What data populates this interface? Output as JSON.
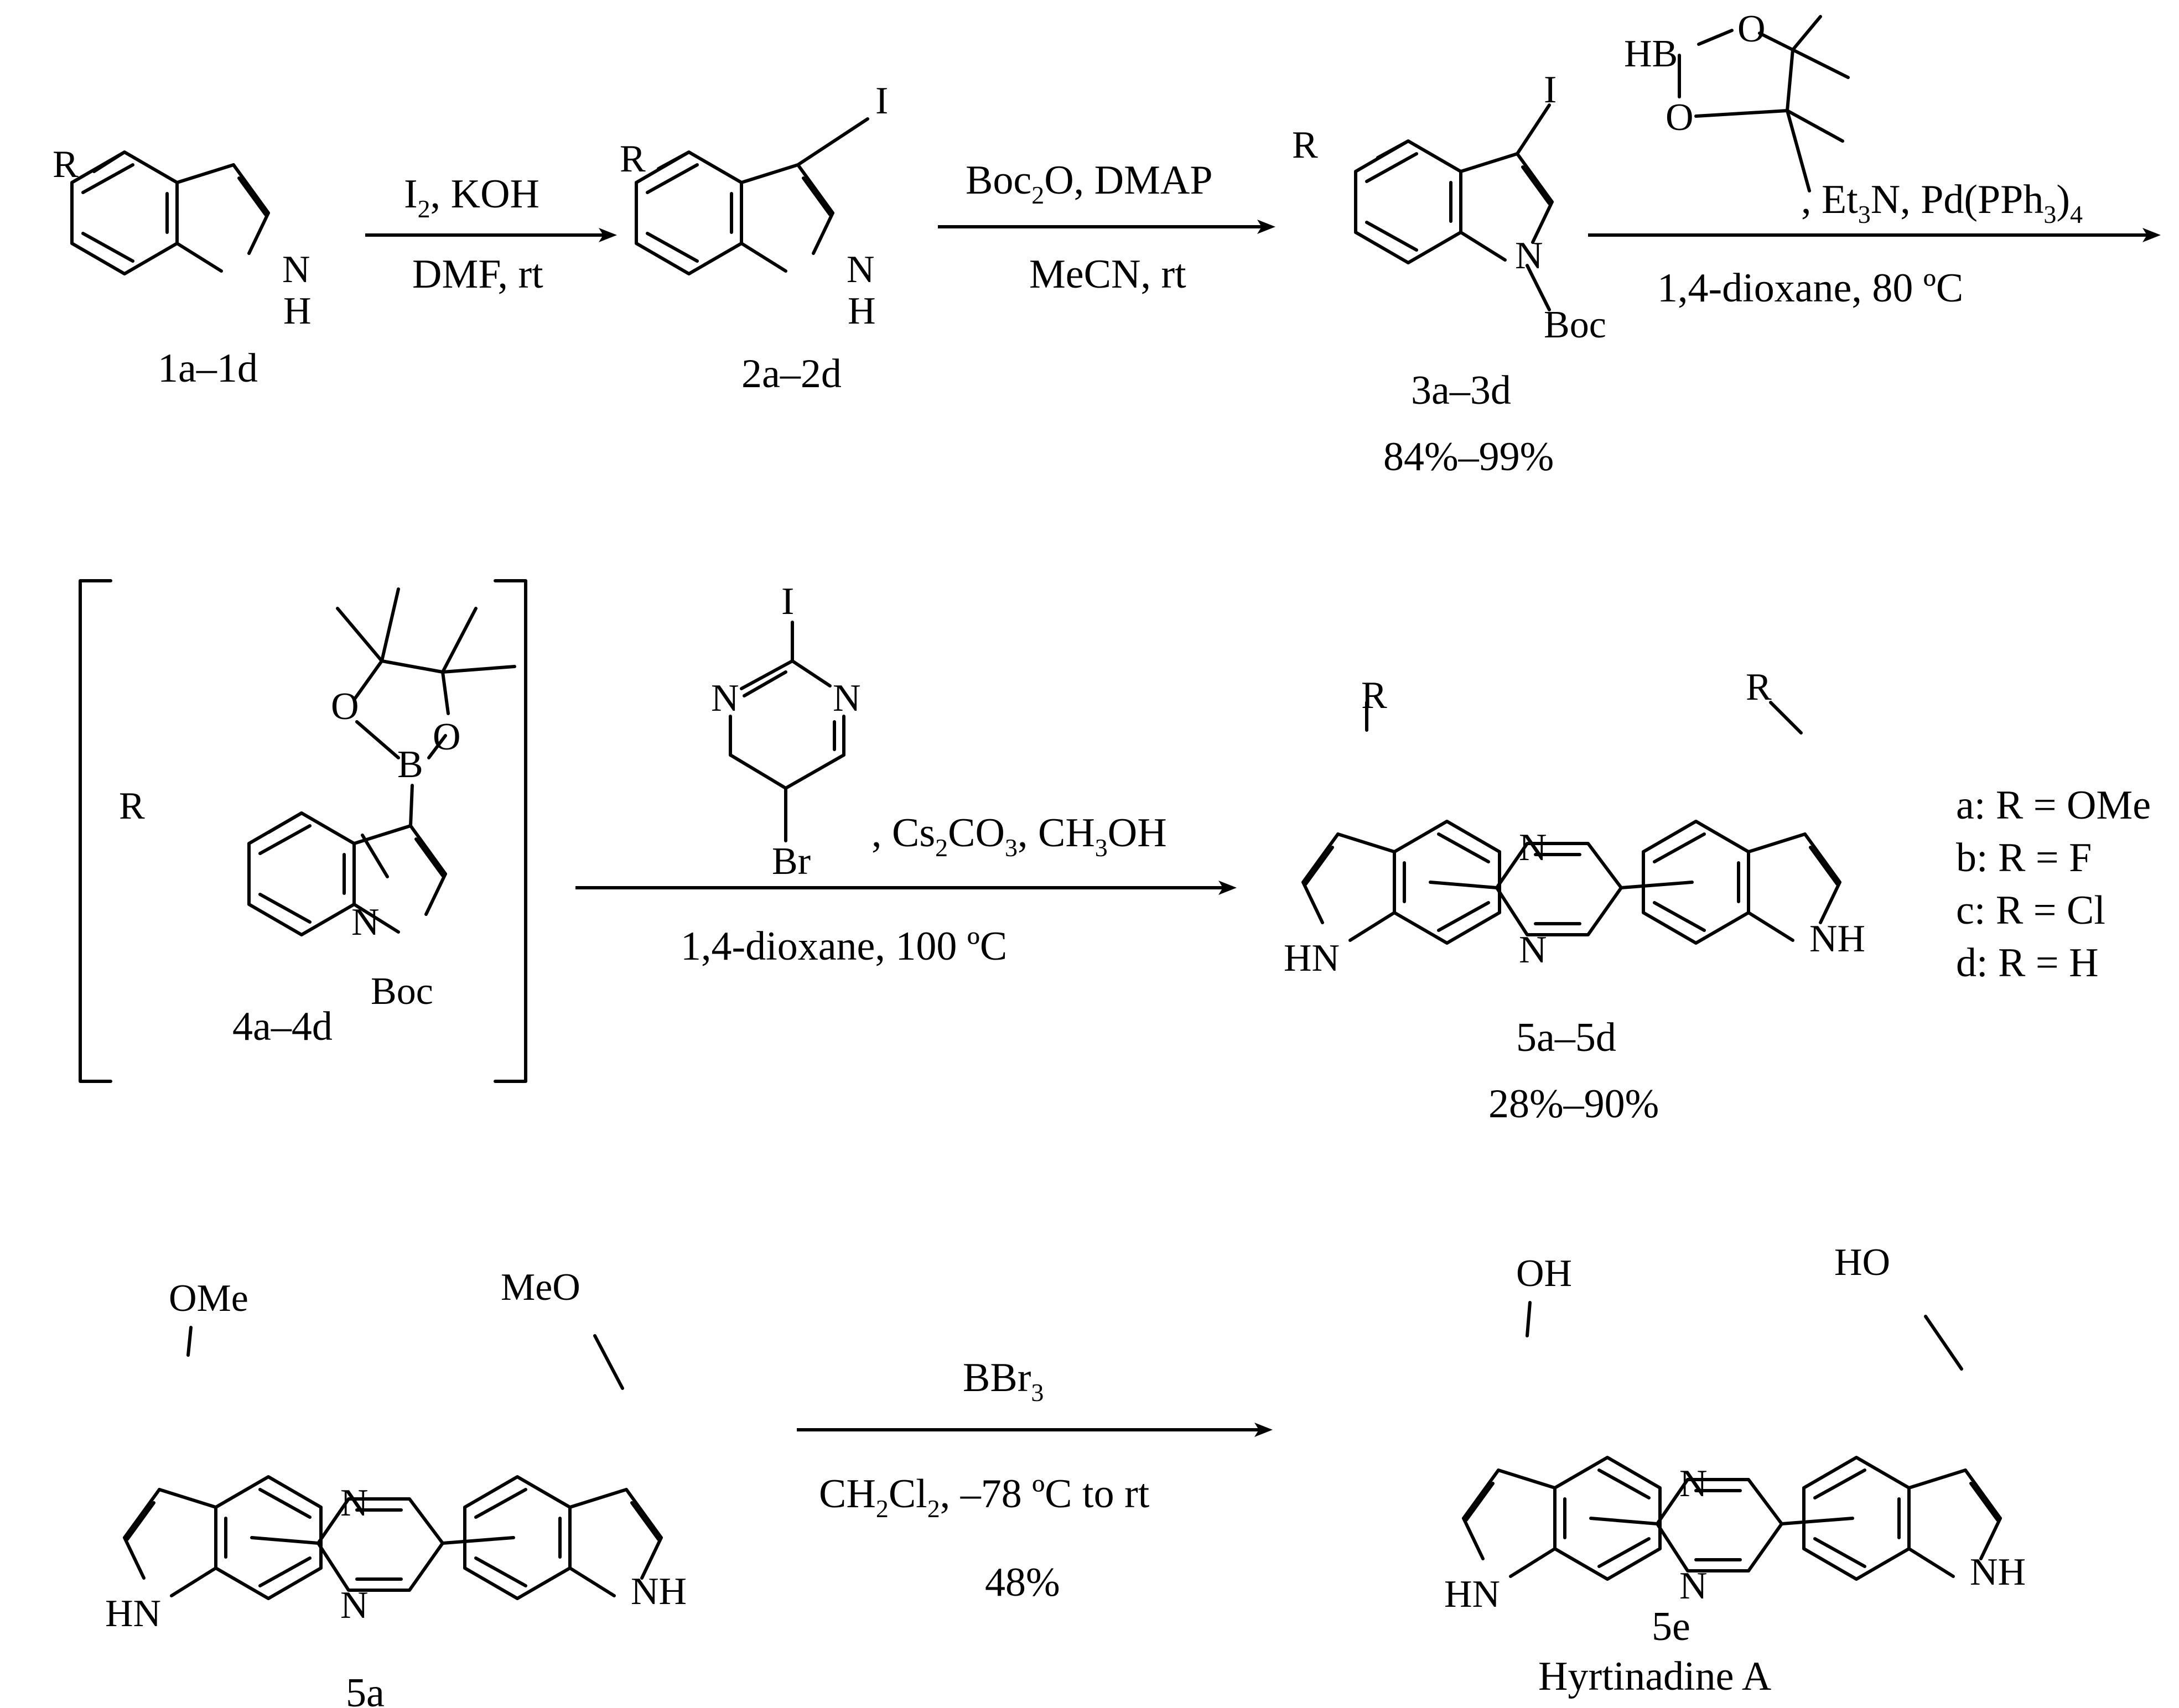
{
  "row1": {
    "cpd1": {
      "substituent": "R",
      "nh": "N",
      "h": "H",
      "label": "1a–1d"
    },
    "step1": {
      "reagents": "I",
      "reagents_sub": "2",
      "reagents_rest": ", KOH",
      "conditions": "DMF, rt"
    },
    "cpd2": {
      "substituent": "R",
      "iodo": "I",
      "nh": "N",
      "h": "H",
      "label": "2a–2d"
    },
    "step2": {
      "reagents": "Boc",
      "reagents_sub": "2",
      "reagents_rest": "O, DMAP",
      "conditions": "MeCN, rt"
    },
    "cpd3": {
      "substituent": "R",
      "iodo": "I",
      "n": "N",
      "boc": "Boc",
      "label": "3a–3d",
      "yield": "84%–99%"
    },
    "step3": {
      "boronate_hb": "HB",
      "boronate_o1": "O",
      "boronate_o2": "O",
      "reagents_a": ", Et",
      "reagents_sub1": "3",
      "reagents_b": "N, Pd(PPh",
      "reagents_sub2": "3",
      "reagents_c": ")",
      "reagents_sub3": "4",
      "conditions": "1,4-dioxane, 80 ºC"
    }
  },
  "row2": {
    "cpd4": {
      "substituent": "R",
      "b": "B",
      "o1": "O",
      "o2": "O",
      "n": "N",
      "boc": "Boc",
      "label": "4a–4d"
    },
    "step4": {
      "pyr_i": "I",
      "pyr_n1": "N",
      "pyr_n2": "N",
      "pyr_br": "Br",
      "reagents_a": ", Cs",
      "reagents_sub1": "2",
      "reagents_b": "CO",
      "reagents_sub2": "3",
      "reagents_c": ", CH",
      "reagents_sub3": "3",
      "reagents_d": "OH",
      "conditions": "1,4-dioxane, 100 ºC"
    },
    "cpd5": {
      "r_left": "R",
      "r_right": "R",
      "hn": "HN",
      "nh": "NH",
      "n_top": "N",
      "n_bottom": "N",
      "label": "5a–5d",
      "yield": "28%–90%"
    },
    "legend": [
      "a: R = OMe",
      "b: R = F",
      "c: R = Cl",
      "d: R = H"
    ]
  },
  "row3": {
    "cpd5a": {
      "ome_left": "OMe",
      "ome_right": "MeO",
      "hn": "HN",
      "nh": "NH",
      "n_top": "N",
      "n_bottom": "N",
      "label": "5a"
    },
    "step5": {
      "reagents": "BBr",
      "reagents_sub": "3",
      "cond_a": "CH",
      "cond_sub1": "2",
      "cond_b": "Cl",
      "cond_sub2": "2",
      "cond_c": ", –78 ºC to rt",
      "yield": "48%"
    },
    "cpd5e": {
      "oh_left": "OH",
      "oh_right": "HO",
      "hn": "HN",
      "nh": "NH",
      "n_top": "N",
      "n_bottom": "N",
      "label": "5e",
      "name": "Hyrtinadine A"
    }
  }
}
